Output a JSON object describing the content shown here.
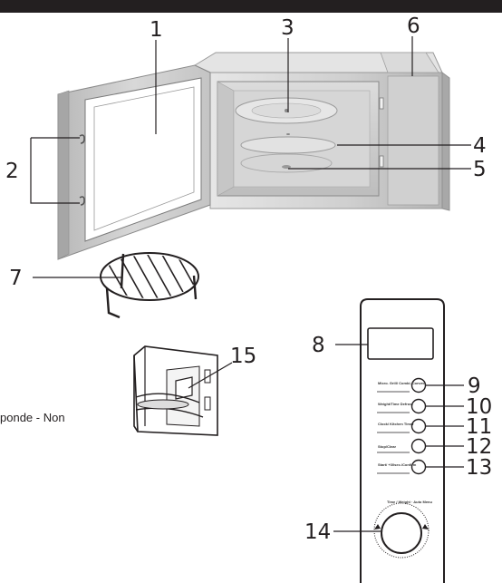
{
  "callouts": {
    "c1": "1",
    "c2": "2",
    "c3": "3",
    "c4": "4",
    "c5": "5",
    "c6": "6",
    "c7": "7",
    "c8": "8",
    "c9": "9",
    "c10": "10",
    "c11": "11",
    "c12": "12",
    "c13": "13",
    "c14": "14",
    "c15": "15"
  },
  "side_text": "ponde - Non",
  "panel_labels": {
    "b9": "Micro. Grill/ Combi. Convec.",
    "b10": "Weight/Time Defrost",
    "b11": "Clock/ Kitchen Timer",
    "b12": "Stop/Clear",
    "b13": "Start/ +30sec./Confirm",
    "dial": "Time / Weight · Auto Menu"
  },
  "colors": {
    "top_bar": "#231f20",
    "line": "#231f20",
    "metal": "#c9c9c9"
  }
}
